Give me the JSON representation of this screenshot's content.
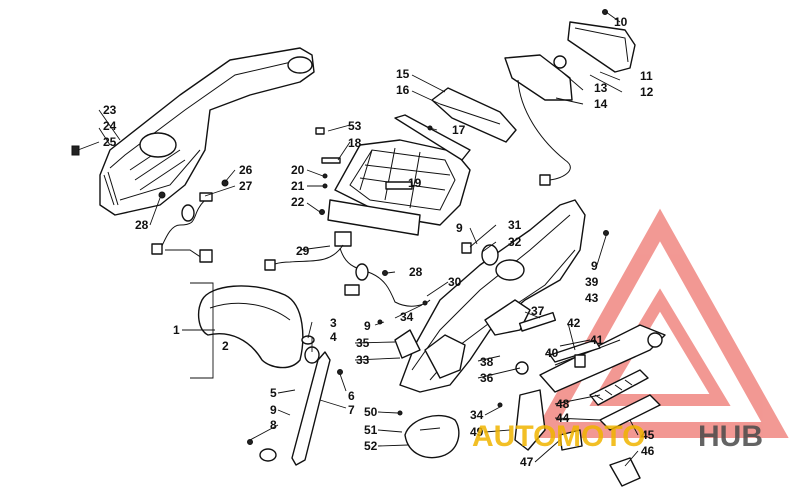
{
  "callouts": [
    {
      "id": "c10",
      "text": "10"
    },
    {
      "id": "c11",
      "text": "11"
    },
    {
      "id": "c12",
      "text": "12"
    },
    {
      "id": "c13",
      "text": "13"
    },
    {
      "id": "c14",
      "text": "14"
    },
    {
      "id": "c15",
      "text": "15"
    },
    {
      "id": "c16",
      "text": "16"
    },
    {
      "id": "c17",
      "text": "17"
    },
    {
      "id": "c53",
      "text": "53"
    },
    {
      "id": "c18",
      "text": "18"
    },
    {
      "id": "c20",
      "text": "20"
    },
    {
      "id": "c21",
      "text": "21"
    },
    {
      "id": "c22",
      "text": "22"
    },
    {
      "id": "c19",
      "text": "19"
    },
    {
      "id": "c23",
      "text": "23"
    },
    {
      "id": "c24",
      "text": "24"
    },
    {
      "id": "c25",
      "text": "25"
    },
    {
      "id": "c26",
      "text": "26"
    },
    {
      "id": "c27",
      "text": "27"
    },
    {
      "id": "c28a",
      "text": "28"
    },
    {
      "id": "c9a",
      "text": "9"
    },
    {
      "id": "c31",
      "text": "31"
    },
    {
      "id": "c32",
      "text": "32"
    },
    {
      "id": "c9b",
      "text": "9"
    },
    {
      "id": "c39",
      "text": "39"
    },
    {
      "id": "c43",
      "text": "43"
    },
    {
      "id": "c29",
      "text": "29"
    },
    {
      "id": "c28b",
      "text": "28"
    },
    {
      "id": "c30",
      "text": "30"
    },
    {
      "id": "c37",
      "text": "37"
    },
    {
      "id": "c42",
      "text": "42"
    },
    {
      "id": "c41",
      "text": "41"
    },
    {
      "id": "c40",
      "text": "40"
    },
    {
      "id": "c1",
      "text": "1"
    },
    {
      "id": "c2",
      "text": "2"
    },
    {
      "id": "c3",
      "text": "3"
    },
    {
      "id": "c4",
      "text": "4"
    },
    {
      "id": "c9c",
      "text": "9"
    },
    {
      "id": "c34a",
      "text": "34"
    },
    {
      "id": "c35",
      "text": "35"
    },
    {
      "id": "c33",
      "text": "33"
    },
    {
      "id": "c38",
      "text": "38"
    },
    {
      "id": "c36",
      "text": "36"
    },
    {
      "id": "c5",
      "text": "5"
    },
    {
      "id": "c9d",
      "text": "9"
    },
    {
      "id": "c8",
      "text": "8"
    },
    {
      "id": "c6",
      "text": "6"
    },
    {
      "id": "c7",
      "text": "7"
    },
    {
      "id": "c50",
      "text": "50"
    },
    {
      "id": "c51",
      "text": "51"
    },
    {
      "id": "c52",
      "text": "52"
    },
    {
      "id": "c34b",
      "text": "34"
    },
    {
      "id": "c49",
      "text": "49"
    },
    {
      "id": "c48",
      "text": "48"
    },
    {
      "id": "c44",
      "text": "44"
    },
    {
      "id": "c45",
      "text": "45"
    },
    {
      "id": "c46",
      "text": "46"
    },
    {
      "id": "c47",
      "text": "47"
    }
  ],
  "watermark": {
    "word1": "AUTO",
    "word2": "MOTO",
    "word3": "HUB",
    "color_primary": "#e8453c",
    "color_secondary": "#f0b400",
    "color_tertiary": "#4a4a4a"
  }
}
